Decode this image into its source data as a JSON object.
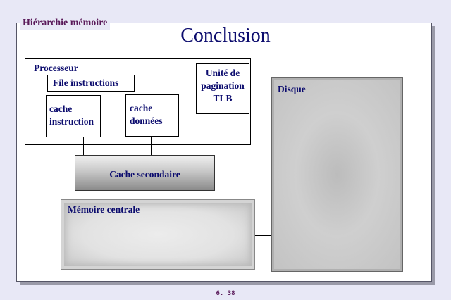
{
  "slide": {
    "section": "Hiérarchie mémoire",
    "title": "Conclusion",
    "page_number": "6. 38"
  },
  "diagram": {
    "processor": {
      "label": "Processeur"
    },
    "instruction_queue": {
      "label": "File instructions"
    },
    "instruction_cache": {
      "label": "cache\ninstruction"
    },
    "data_cache": {
      "label": "cache\ndonnées"
    },
    "paging_unit": {
      "label": "Unité de\npagination\nTLB"
    },
    "secondary_cache": {
      "label": "Cache secondaire"
    },
    "main_memory": {
      "label": "Mémoire centrale"
    },
    "disk": {
      "label": "Disque"
    }
  }
}
